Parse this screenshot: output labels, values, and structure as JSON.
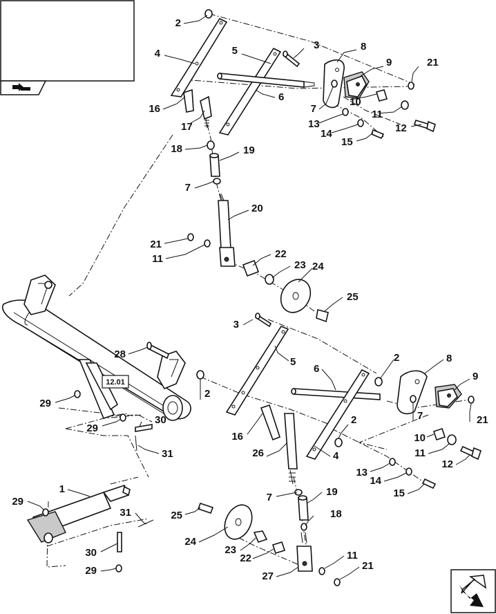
{
  "reference_box": {
    "label": "12.01"
  },
  "callouts": [
    {
      "id": "c2a",
      "text": "2"
    },
    {
      "id": "c3a",
      "text": "3"
    },
    {
      "id": "c4a",
      "text": "4"
    },
    {
      "id": "c5a",
      "text": "5"
    },
    {
      "id": "c6a",
      "text": "6"
    },
    {
      "id": "c7a",
      "text": "7"
    },
    {
      "id": "c8a",
      "text": "8"
    },
    {
      "id": "c9a",
      "text": "9"
    },
    {
      "id": "c10a",
      "text": "10"
    },
    {
      "id": "c11a",
      "text": "11"
    },
    {
      "id": "c12a",
      "text": "12"
    },
    {
      "id": "c13a",
      "text": "13"
    },
    {
      "id": "c14a",
      "text": "14"
    },
    {
      "id": "c15a",
      "text": "15"
    },
    {
      "id": "c16a",
      "text": "16"
    },
    {
      "id": "c17a",
      "text": "17"
    },
    {
      "id": "c18a",
      "text": "18"
    },
    {
      "id": "c19a",
      "text": "19"
    },
    {
      "id": "c7b",
      "text": "7"
    },
    {
      "id": "c20a",
      "text": "20"
    },
    {
      "id": "c21a",
      "text": "21"
    },
    {
      "id": "c11b",
      "text": "11"
    },
    {
      "id": "c22a",
      "text": "22"
    },
    {
      "id": "c23a",
      "text": "23"
    },
    {
      "id": "c24a",
      "text": "24"
    },
    {
      "id": "c25a",
      "text": "25"
    },
    {
      "id": "c21b",
      "text": "21"
    },
    {
      "id": "c3b",
      "text": "3"
    },
    {
      "id": "c5b",
      "text": "5"
    },
    {
      "id": "c6b",
      "text": "6"
    },
    {
      "id": "c2b",
      "text": "2"
    },
    {
      "id": "c8b",
      "text": "8"
    },
    {
      "id": "c9b",
      "text": "9"
    },
    {
      "id": "c28a",
      "text": "28"
    },
    {
      "id": "c2c",
      "text": "2"
    },
    {
      "id": "c7c",
      "text": "7"
    },
    {
      "id": "c21c",
      "text": "21"
    },
    {
      "id": "c29a",
      "text": "29"
    },
    {
      "id": "c30a",
      "text": "30"
    },
    {
      "id": "c29b",
      "text": "29"
    },
    {
      "id": "c31a",
      "text": "31"
    },
    {
      "id": "c16b",
      "text": "16"
    },
    {
      "id": "c2d",
      "text": "2"
    },
    {
      "id": "c26a",
      "text": "26"
    },
    {
      "id": "c4b",
      "text": "4"
    },
    {
      "id": "c10b",
      "text": "10"
    },
    {
      "id": "c11c",
      "text": "11"
    },
    {
      "id": "c12b",
      "text": "12"
    },
    {
      "id": "c13b",
      "text": "13"
    },
    {
      "id": "c14b",
      "text": "14"
    },
    {
      "id": "c15b",
      "text": "15"
    },
    {
      "id": "c1a",
      "text": "1"
    },
    {
      "id": "c29c",
      "text": "29"
    },
    {
      "id": "c7d",
      "text": "7"
    },
    {
      "id": "c19b",
      "text": "19"
    },
    {
      "id": "c31b",
      "text": "31"
    },
    {
      "id": "c25b",
      "text": "25"
    },
    {
      "id": "c18b",
      "text": "18"
    },
    {
      "id": "c24b",
      "text": "24"
    },
    {
      "id": "c23b",
      "text": "23"
    },
    {
      "id": "c22b",
      "text": "22"
    },
    {
      "id": "c30b",
      "text": "30"
    },
    {
      "id": "c11d",
      "text": "11"
    },
    {
      "id": "c29d",
      "text": "29"
    },
    {
      "id": "c21d",
      "text": "21"
    },
    {
      "id": "c27a",
      "text": "27"
    }
  ],
  "icons": {
    "back_nav": "back-arrow-icon",
    "next_nav": "next-arrow-icon"
  }
}
